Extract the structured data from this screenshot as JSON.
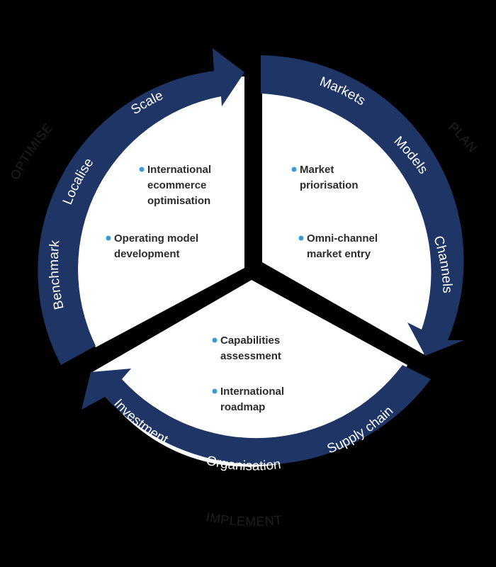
{
  "colors": {
    "background": "#000000",
    "ring": "#1f3566",
    "segment_fill": "#ffffff",
    "bullet": "#3a9ad9",
    "ring_text": "#ffffff",
    "phase_text": "#1f1f1f"
  },
  "phases": {
    "optimise": "OPTIMISE",
    "plan": "PLAN",
    "implement": "IMPLEMENT"
  },
  "optimise_arc": {
    "labels": [
      "Benchmark",
      "Localise",
      "Scale"
    ]
  },
  "plan_arc": {
    "labels": [
      "Markets",
      "Models",
      "Channels"
    ]
  },
  "implement_arc": {
    "labels": [
      "Supply chain",
      "Organisation",
      "Investment"
    ]
  },
  "optimise_items": [
    {
      "lines": [
        "International",
        "ecommerce",
        "optimisation"
      ]
    },
    {
      "lines": [
        "Operating model",
        "development"
      ]
    }
  ],
  "plan_items": [
    {
      "lines": [
        "Market",
        "priorisation"
      ]
    },
    {
      "lines": [
        "Omni-channel",
        "market entry"
      ]
    }
  ],
  "implement_items": [
    {
      "lines": [
        "Capabilities",
        "assessment"
      ]
    },
    {
      "lines": [
        "International",
        "roadmap"
      ]
    }
  ]
}
